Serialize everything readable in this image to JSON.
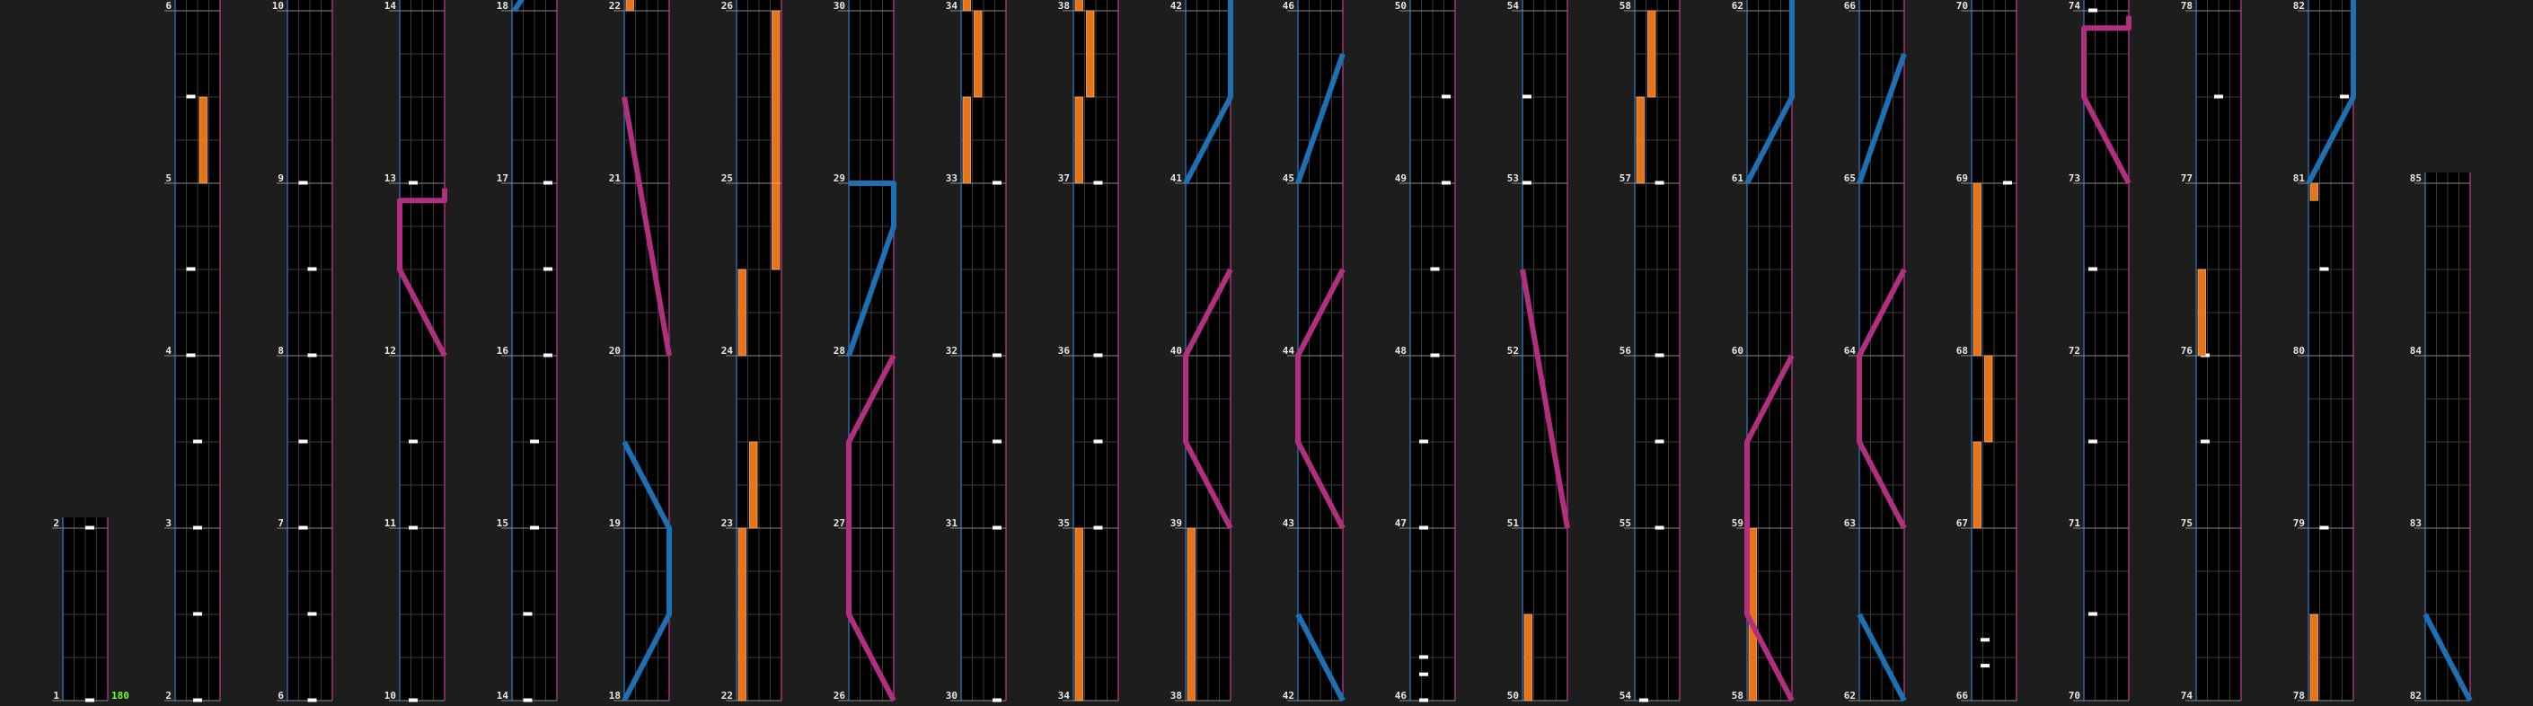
{
  "bpm_label": "180",
  "colors": {
    "background": "#1d1d1d",
    "lane_bg": "#000000",
    "grid": "#3a3a3a",
    "left_border": "#2b6aa8",
    "right_border": "#a8307a",
    "tap_note": "#ffffff",
    "hold_note": "#e8741a",
    "arc_blue": "#1f6fb3",
    "arc_pink": "#b0307f"
  },
  "column_measures": [
    [
      1,
      2
    ],
    [
      2,
      3,
      4,
      5,
      6
    ],
    [
      6,
      7,
      8,
      9,
      10
    ],
    [
      10,
      11,
      12,
      13,
      14
    ],
    [
      14,
      15,
      16,
      17,
      18
    ],
    [
      18,
      19,
      20,
      21,
      22
    ],
    [
      22,
      23,
      24,
      25,
      26
    ],
    [
      26,
      27,
      28,
      29,
      30
    ],
    [
      30,
      31,
      32,
      33,
      34
    ],
    [
      34,
      35,
      36,
      37,
      38
    ],
    [
      38,
      39,
      40,
      41,
      42
    ],
    [
      42,
      43,
      44,
      45,
      46
    ],
    [
      46,
      47,
      48,
      49,
      50
    ],
    [
      50,
      51,
      52,
      53,
      54
    ],
    [
      54,
      55,
      56,
      57,
      58
    ],
    [
      58,
      59,
      60,
      61,
      62
    ],
    [
      62,
      63,
      64,
      65,
      66
    ],
    [
      66,
      67,
      68,
      69,
      70
    ],
    [
      70,
      71,
      72,
      73,
      74
    ],
    [
      74,
      75,
      76,
      77,
      78
    ],
    [
      78,
      79,
      80,
      81,
      82
    ],
    [
      82,
      83,
      84,
      85
    ]
  ]
}
